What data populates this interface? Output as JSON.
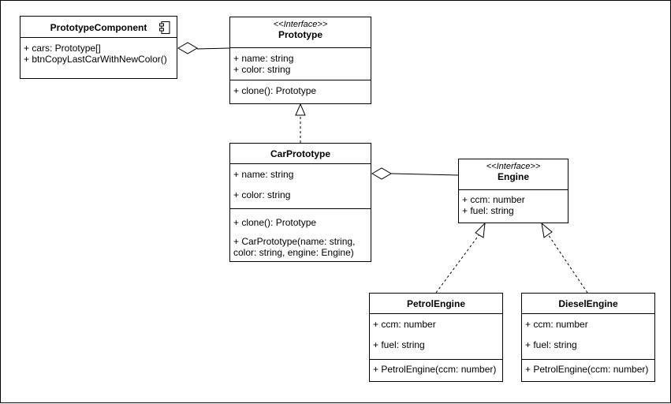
{
  "diagram": {
    "prototype_component": {
      "title": "PrototypeComponent",
      "attributes": [
        "+ cars: Prototype[]",
        "+ btnCopyLastCarWithNewColor()"
      ]
    },
    "prototype": {
      "stereotype": "<<Interface>>",
      "title": "Prototype",
      "attributes": [
        "+ name: string",
        "+ color: string"
      ],
      "methods": [
        "+ clone(): Prototype"
      ]
    },
    "car_prototype": {
      "title": "CarPrototype",
      "attributes": [
        "+ name: string",
        "+ color: string"
      ],
      "methods": [
        "+ clone(): Prototype",
        "+ CarPrototype(name: string,",
        "color: string, engine: Engine)"
      ]
    },
    "engine": {
      "stereotype": "<<Interface>>",
      "title": "Engine",
      "attributes": [
        "+ ccm: number",
        "+ fuel: string"
      ]
    },
    "petrol_engine": {
      "title": "PetrolEngine",
      "attributes": [
        "+ ccm: number",
        "+ fuel: string"
      ],
      "methods": [
        "+ PetrolEngine(ccm: number)"
      ]
    },
    "diesel_engine": {
      "title": "DieselEngine",
      "attributes": [
        "+ ccm: number",
        "+ fuel: string"
      ],
      "methods": [
        "+ PetrolEngine(ccm: number)"
      ]
    }
  }
}
